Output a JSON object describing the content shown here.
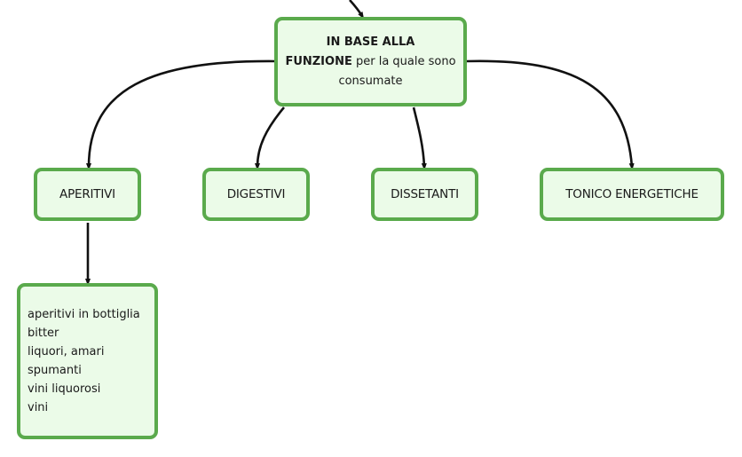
{
  "root": {
    "line1_bold": "IN BASE ALLA",
    "line2_bold": "FUNZIONE",
    "line2_rest": " per la quale sono",
    "line3": "consumate"
  },
  "categories": [
    "APERITIVI",
    "DIGESTIVI",
    "DISSETANTI",
    "TONICO ENERGETICHE"
  ],
  "aperitivi_list": [
    "aperitivi in bottiglia",
    "bitter",
    "liquori, amari",
    "spumanti",
    "vini liquorosi",
    "vini"
  ],
  "colors": {
    "node_border": "#5aaa4c",
    "node_fill": "#ebfbe8",
    "connector": "#111111"
  }
}
